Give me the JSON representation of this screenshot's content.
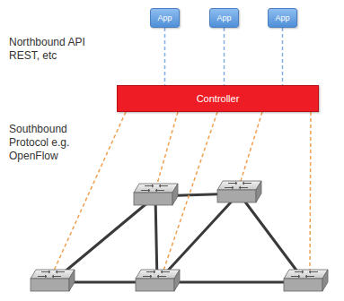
{
  "diagram": {
    "nodes": [
      {
        "text": [
          "App"
        ]
      },
      {
        "text": [
          "App"
        ]
      },
      {
        "text": [
          "App"
        ]
      },
      {
        "text": [
          "Controller"
        ]
      }
    ],
    "edges": [
      {
        "from": 0,
        "to": 3,
        "arrow": "none"
      },
      {
        "from": 1,
        "to": 3,
        "arrow": "none"
      },
      {
        "from": 2,
        "to": 3,
        "arrow": "none"
      }
    ],
    "labels": [
      "Northbound API REST, etc",
      "Southbound Protocol e.g. OpenFlow"
    ]
  }
}
